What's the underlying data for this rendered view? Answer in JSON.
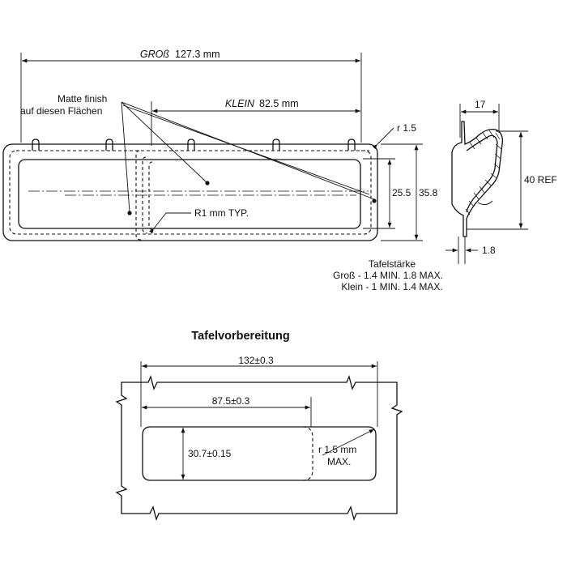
{
  "top_view": {
    "gross_label": "GROß",
    "gross_value": "127.3 mm",
    "klein_label": "KLEIN",
    "klein_value": "82.5 mm",
    "matte_line1": "Matte finish",
    "matte_line2": "auf diesen Flächen",
    "radius_typ": "R1 mm TYP.",
    "r15": "r 1.5",
    "dim_255": "25.5",
    "dim_358": "35.8"
  },
  "side_view": {
    "dim_17": "17",
    "dim_40ref": "40 REF",
    "dim_18": "1.8",
    "tafel_title": "Tafelstärke",
    "tafel_gross": "Groß - 1.4 MIN. 1.8 MAX.",
    "tafel_klein": "Klein - 1 MIN. 1.4 MAX."
  },
  "cutout": {
    "title": "Tafelvorbereitung",
    "dim_132": "132±0.3",
    "dim_875": "87.5±0.3",
    "dim_307": "30.7±0.15",
    "radius_line1": "r 1.5 mm",
    "radius_line2": "MAX."
  }
}
